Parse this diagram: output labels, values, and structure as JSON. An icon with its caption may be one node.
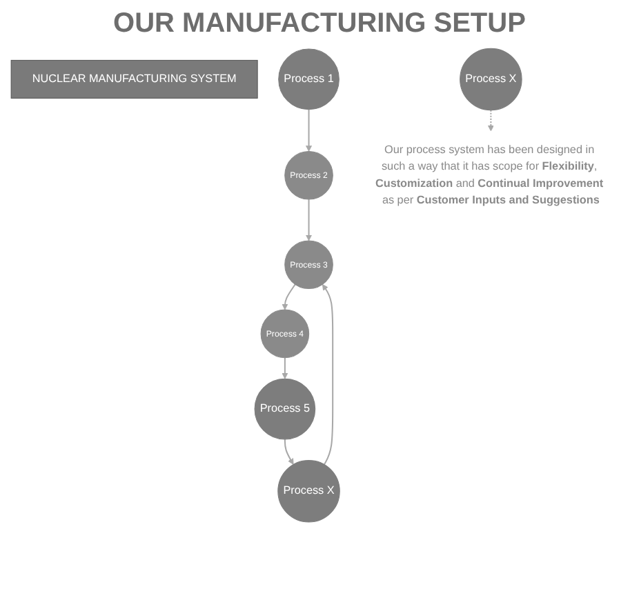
{
  "diagram": {
    "title": "OUR MANUFACTURING SETUP",
    "nodes": [
      {
        "text": [
          "NUCLEAR MANUFACTURING SYSTEM"
        ]
      },
      {
        "text": [
          "Process 1"
        ]
      },
      {
        "text": [
          "Process 4"
        ]
      },
      {
        "text": [
          "Process 5"
        ]
      },
      {
        "text": [
          "Process 2"
        ]
      },
      {
        "text": [
          "Process 3"
        ]
      },
      {
        "text": [
          "Process X"
        ]
      },
      {
        "text": [
          "Process X"
        ]
      },
      {
        "text": [
          "Our process system has been designed in such a way that it has scope for **Flexibility**, **Customization** and **Continual Improvement** as per **Customer Inputs and Suggestions**"
        ]
      }
    ],
    "edges": [
      {
        "from": 1,
        "to": 4,
        "arrow": "to"
      },
      {
        "from": 4,
        "to": 5,
        "arrow": "to"
      },
      {
        "from": 5,
        "to": 2,
        "arrow": "to"
      },
      {
        "from": 2,
        "to": 3,
        "arrow": "to"
      },
      {
        "from": 3,
        "to": 6,
        "arrow": "to"
      },
      {
        "from": 6,
        "to": 5,
        "arrow": "to"
      },
      {
        "from": 7,
        "to": 8,
        "arrow": "to",
        "style": "dashed"
      }
    ]
  }
}
